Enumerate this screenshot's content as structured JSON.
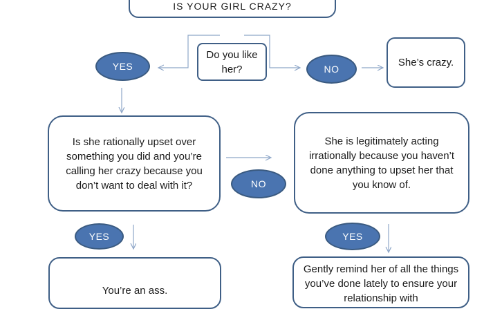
{
  "title": "IS YOUR GIRL CRAZY?",
  "question": "Do you like her?",
  "no_answer_1": "She’s crazy.",
  "rational_question": "Is she rationally upset over something you did and you’re calling her crazy because you don’t want to deal with it?",
  "legit_statement": "She is legitimately acting irrationally because you haven’t done anything to upset her that you know of.",
  "yes_answer_2": "You’re an ass.",
  "remind_text": "Gently remind her of all the things you’ve done lately to ensure your relationship with",
  "labels": {
    "yes": "YES",
    "no": "NO"
  },
  "colors": {
    "pill_fill": "#4a74b0",
    "box_border": "#3f5f86",
    "connector": "#8ea6c8"
  }
}
